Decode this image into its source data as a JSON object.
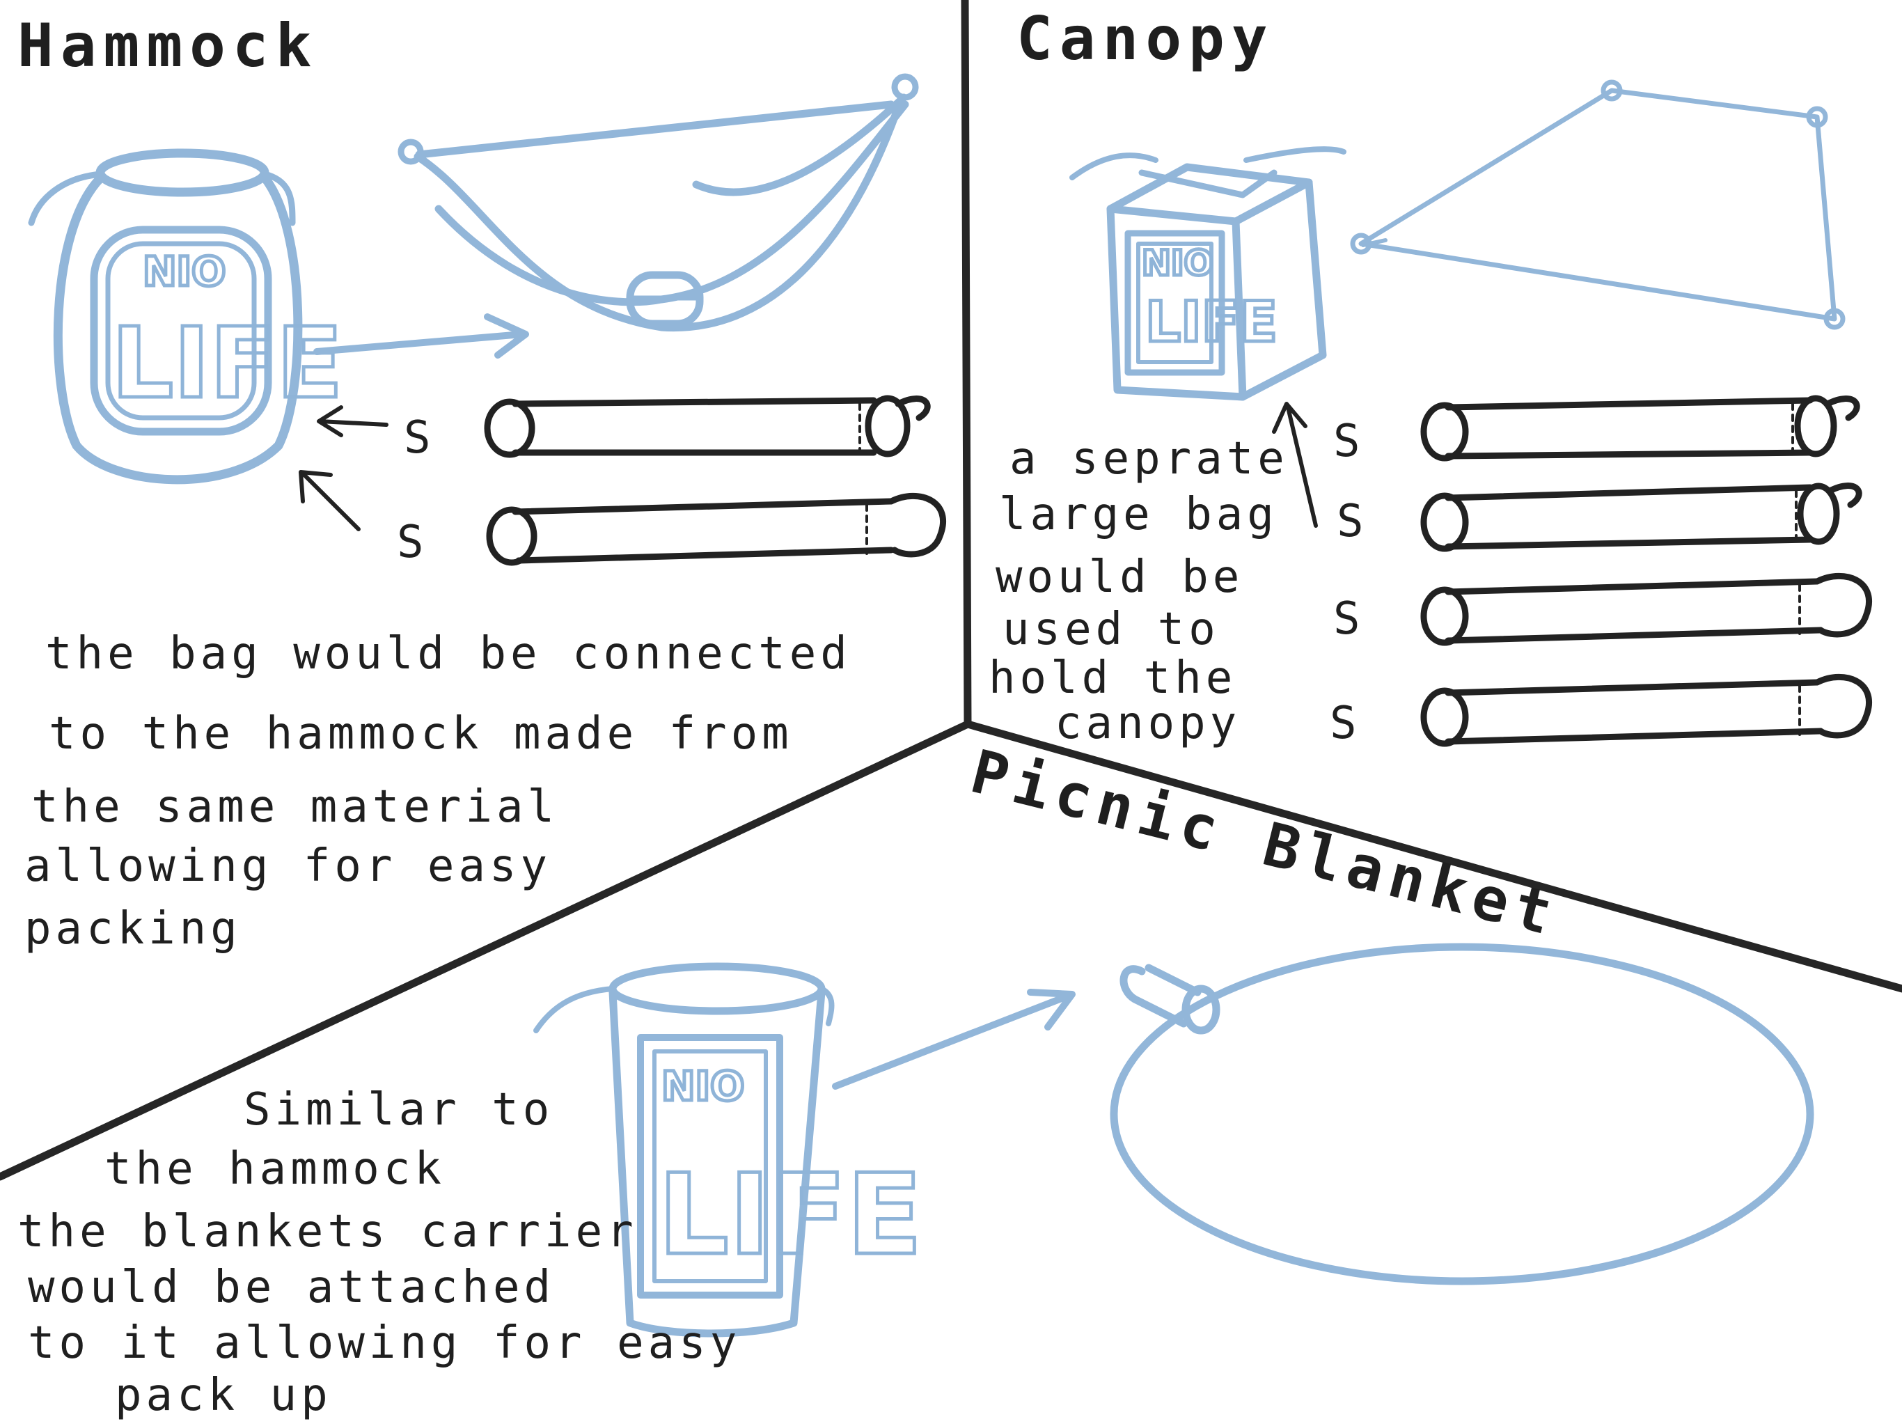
{
  "sections": {
    "hammock": {
      "title": "Hammock",
      "bag_logo": [
        "NIO",
        "LIFE"
      ],
      "note_lines": [
        "the bag would be connected",
        "to the hammock made from",
        "the same material",
        "allowing for easy",
        "packing"
      ]
    },
    "canopy": {
      "title": "Canopy",
      "bag_logo": [
        "NIO",
        "LIFE"
      ],
      "note_lines": [
        "a seprate",
        "large bag",
        "would be",
        "used to",
        "hold the",
        "canopy"
      ]
    },
    "picnic_blanket": {
      "title": "Picnic Blanket",
      "bag_logo": [
        "NIO",
        "LIFE"
      ],
      "note_lines": [
        "Similar to",
        "the hammock",
        "the blankets carrier",
        "would be attached",
        "to it allowing for easy",
        "pack up"
      ]
    }
  },
  "hook_label": "S",
  "colors": {
    "sketch_blue": "#92b6d9",
    "ink": "#222222",
    "background": "#ffffff"
  }
}
